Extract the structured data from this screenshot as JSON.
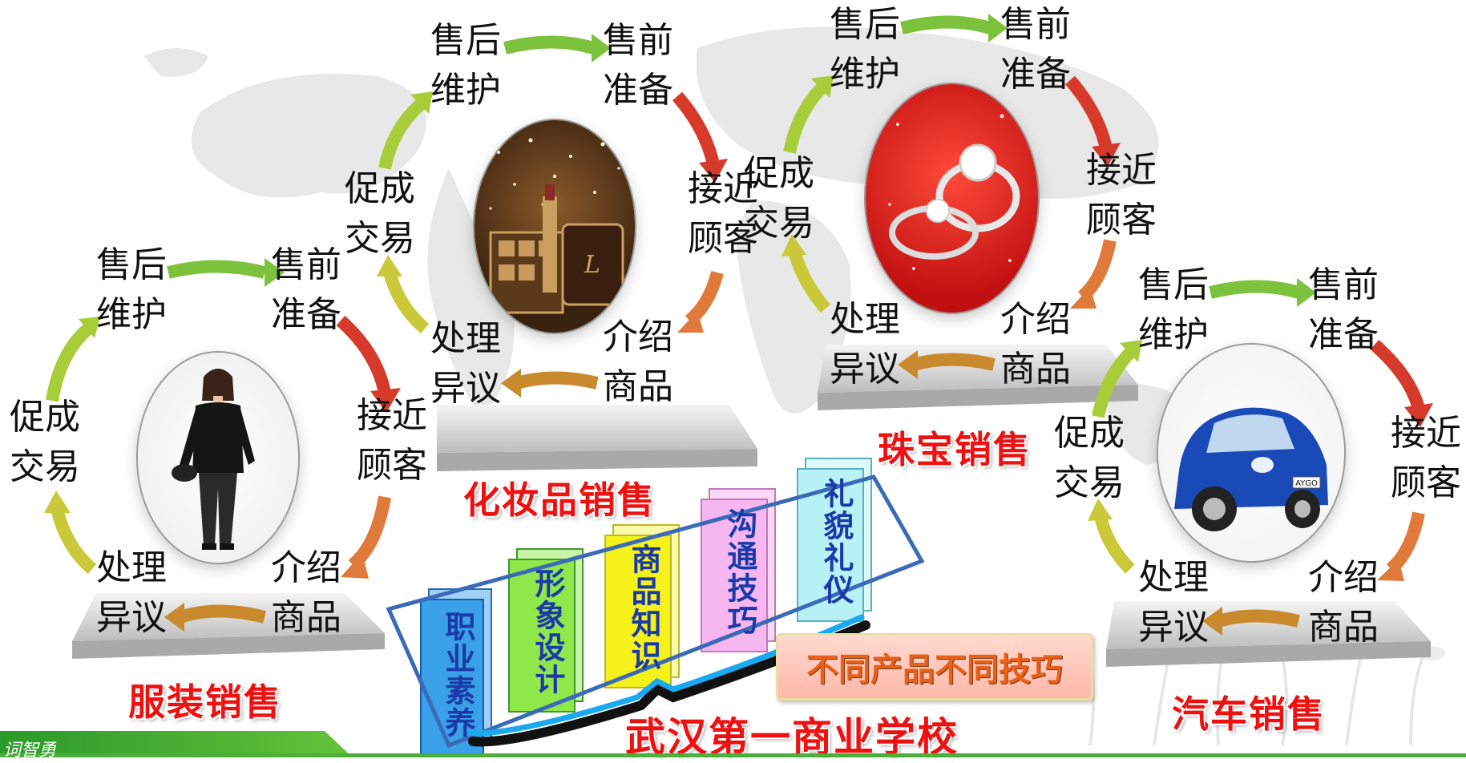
{
  "cycles": [
    {
      "title": "服装销售",
      "stages": {
        "after_sales": "售后\n维护",
        "pre_sales": "售前\n准备",
        "approach": "接近\n顾客",
        "introduce": "介绍\n商品",
        "objection": "处理\n异议",
        "close": "促成\n交易"
      },
      "picture": "woman-in-black-outfit"
    },
    {
      "title": "化妆品销售",
      "stages": {
        "after_sales": "售后\n维护",
        "pre_sales": "售前\n准备",
        "approach": "接近\n顾客",
        "introduce": "介绍\n商品",
        "objection": "处理\n异议",
        "close": "促成\n交易"
      },
      "picture": "cosmetics-set"
    },
    {
      "title": "珠宝销售",
      "stages": {
        "after_sales": "售后\n维护",
        "pre_sales": "售前\n准备",
        "approach": "接近\n顾客",
        "introduce": "介绍\n商品",
        "objection": "处理\n异议",
        "close": "促成\n交易"
      },
      "picture": "diamond-rings"
    },
    {
      "title": "汽车销售",
      "stages": {
        "after_sales": "售后\n维护",
        "pre_sales": "售前\n准备",
        "approach": "接近\n顾客",
        "introduce": "介绍\n商品",
        "objection": "处理\n异议",
        "close": "促成\n交易"
      },
      "picture": "blue-car-aygo"
    }
  ],
  "books": [
    "职业素养",
    "形象设计",
    "商品知识",
    "沟通技巧",
    "礼貌礼仪"
  ],
  "book_colors": [
    "#3aa0e8",
    "#8ee84a",
    "#f4f21a",
    "#f6b6f0",
    "#b8f2f6"
  ],
  "tag": "不同产品不同技巧",
  "school": "武汉第一商业学校",
  "footer": "词智勇",
  "colors": {
    "title_red": "#ee1111",
    "arrow_green": "#7cc23c",
    "arrow_red": "#d63a2a",
    "arrow_orange": "#e07a3a",
    "arrow_brown": "#c98a2e",
    "arrow_yellow": "#c9c93a",
    "arrow_yellowgreen": "#a8cc3a"
  },
  "car_badge": "AYGO"
}
